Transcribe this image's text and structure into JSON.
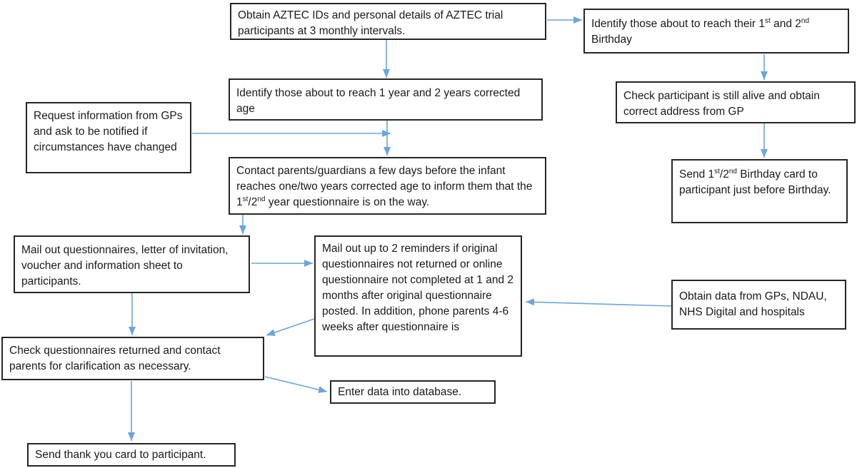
{
  "diagram_title": "AZTEC trial follow-up questionnaire process flowchart",
  "colors": {
    "arrow_blue": "#6CA5DC",
    "box_border": "#262626",
    "text": "#1a1a1a",
    "background": "#ffffff"
  },
  "nodes": {
    "obtain_ids": {
      "text": "Obtain AZTEC IDs and personal details of AZTEC trial participants at 3 monthly intervals."
    },
    "identify_birthday": {
      "part1": "Identify those about to reach their 1",
      "sup1": "st",
      "part2": " and 2",
      "sup2": "nd",
      "part3": " Birthday"
    },
    "identify_age": {
      "text": "Identify those about to reach 1 year and 2 years corrected age"
    },
    "request_info": {
      "text": "Request information from GPs and ask to be notified if circumstances have changed"
    },
    "contact_parents": {
      "part1": "Contact parents/guardians a few days before the infant reaches one/two years corrected age to inform them that the 1",
      "sup1": "st",
      "part2": "/2",
      "sup2": "nd",
      "part3": " year questionnaire is on the way."
    },
    "check_alive": {
      "text": "Check participant is still alive and obtain correct address from GP"
    },
    "send_birthday_card": {
      "part1": "Send 1",
      "sup1": "st",
      "part2": "/2",
      "sup2": "nd",
      "part3": " Birthday card to participant just before Birthday."
    },
    "mail_questionnaires": {
      "text": "Mail out questionnaires, letter of invitation, voucher and information sheet to participants."
    },
    "mail_reminders": {
      "text": "Mail out up to 2 reminders if original questionnaires not returned or online questionnaire not completed at 1 and 2 months after original questionnaire posted. In addition, phone parents 4-6 weeks after questionnaire is"
    },
    "obtain_data": {
      "text": "Obtain data from GPs, NDAU, NHS Digital and hospitals"
    },
    "check_returned": {
      "text": "Check questionnaires returned and contact parents for clarification as necessary."
    },
    "enter_data": {
      "text": "Enter data into database."
    },
    "send_thankyou": {
      "text": "Send thank you card to participant."
    }
  }
}
